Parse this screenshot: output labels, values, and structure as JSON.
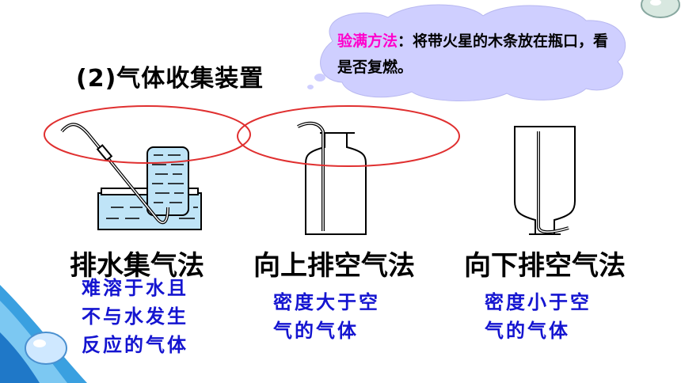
{
  "title": "(2)气体收集装置",
  "callout": {
    "label": "验满方法",
    "text": "：将带火星的木条放在瓶口，看是否复燃。"
  },
  "methods": [
    {
      "name": "排水集气法",
      "note": [
        "难溶于水且",
        "不与水发生",
        "反应的气体"
      ]
    },
    {
      "name": "向上排空气法",
      "note": [
        "密度大于空",
        "气的气体"
      ]
    },
    {
      "name": "向下排空气法",
      "note": [
        "密度小于空",
        "气的气体"
      ]
    }
  ],
  "colors": {
    "highlight": "#ff00cc",
    "note_text": "#1414d0",
    "cloud_fill": "#cfcfff",
    "ellipse_stroke": "#e03030",
    "water": "#bfe4f7"
  }
}
